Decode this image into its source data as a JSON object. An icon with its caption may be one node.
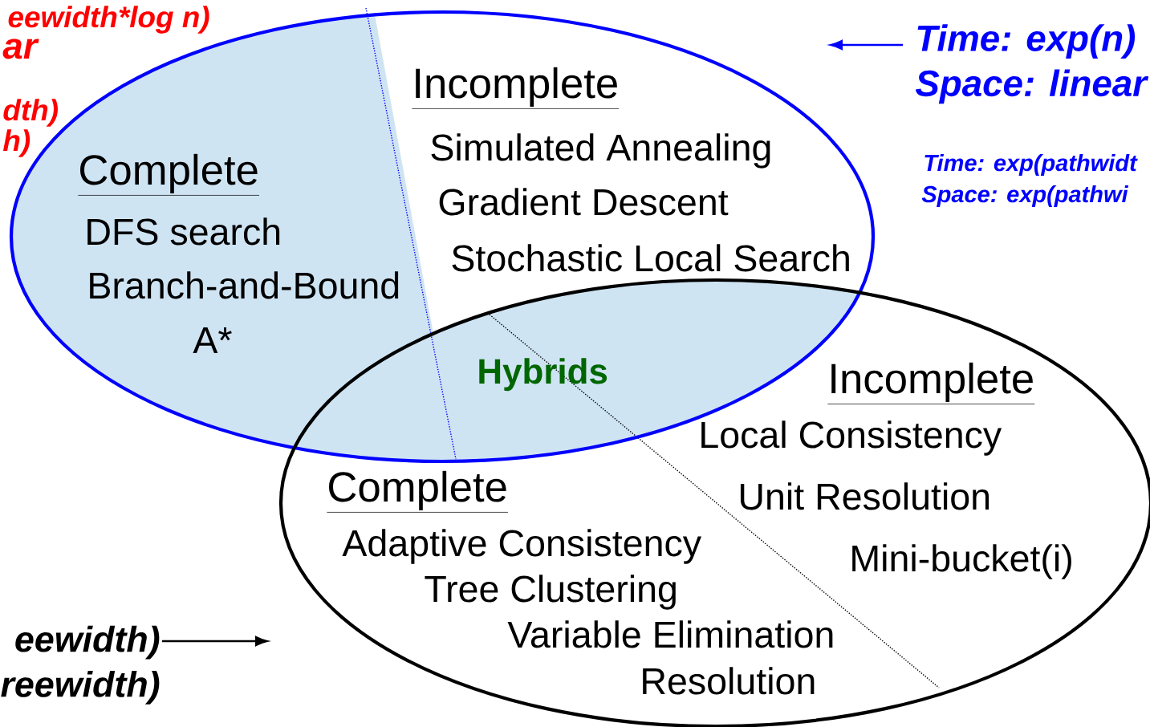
{
  "diagram": {
    "nodes": [
      {
        "text": [],
        "shape": "ellipse"
      },
      {
        "text": [],
        "shape": "ellipse"
      },
      {
        "text": [
          "Time: exp(n)",
          "Space: linear"
        ]
      },
      {
        "text": [
          "eewidth)",
          "reewidth)"
        ]
      }
    ],
    "edges": [
      {
        "from": 2,
        "to": null,
        "arrow": "to",
        "color": "#0000ff"
      },
      {
        "from": 3,
        "to": null,
        "arrow": "to",
        "color": "#000000"
      }
    ],
    "labels": [
      "eewidth*log n)",
      "ar",
      "Incomplete",
      "dth)",
      "h)",
      "Simulated Annealing",
      "Time: exp(pathwidt",
      "Space: exp(pathwi",
      "Complete",
      "Gradient Descent",
      "DFS search",
      "Stochastic Local Search",
      "Branch-and-Bound",
      "A*",
      "Hybrids",
      "Incomplete",
      "Local Consistency",
      "Complete",
      "Unit Resolution",
      "Adaptive Consistency",
      "Mini-bucket(i)",
      "Tree Clustering",
      "Variable Elimination",
      "Resolution"
    ]
  }
}
